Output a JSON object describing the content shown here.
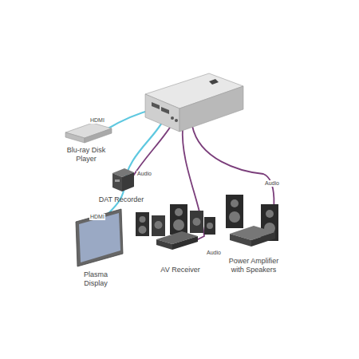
{
  "diagram": {
    "nodes": [
      {
        "text": [
          "Blu-ray Disk Player"
        ]
      },
      {
        "text": [
          "DAT Recorder"
        ]
      },
      {
        "text": [
          "Plasma Display"
        ]
      },
      {
        "text": [
          "AV Receiver"
        ]
      },
      {
        "text": [
          "Power Amplifier with Speakers"
        ]
      }
    ],
    "labels": [
      "HDMI",
      "Audio",
      "Audio",
      "HDMI",
      "Audio"
    ]
  }
}
